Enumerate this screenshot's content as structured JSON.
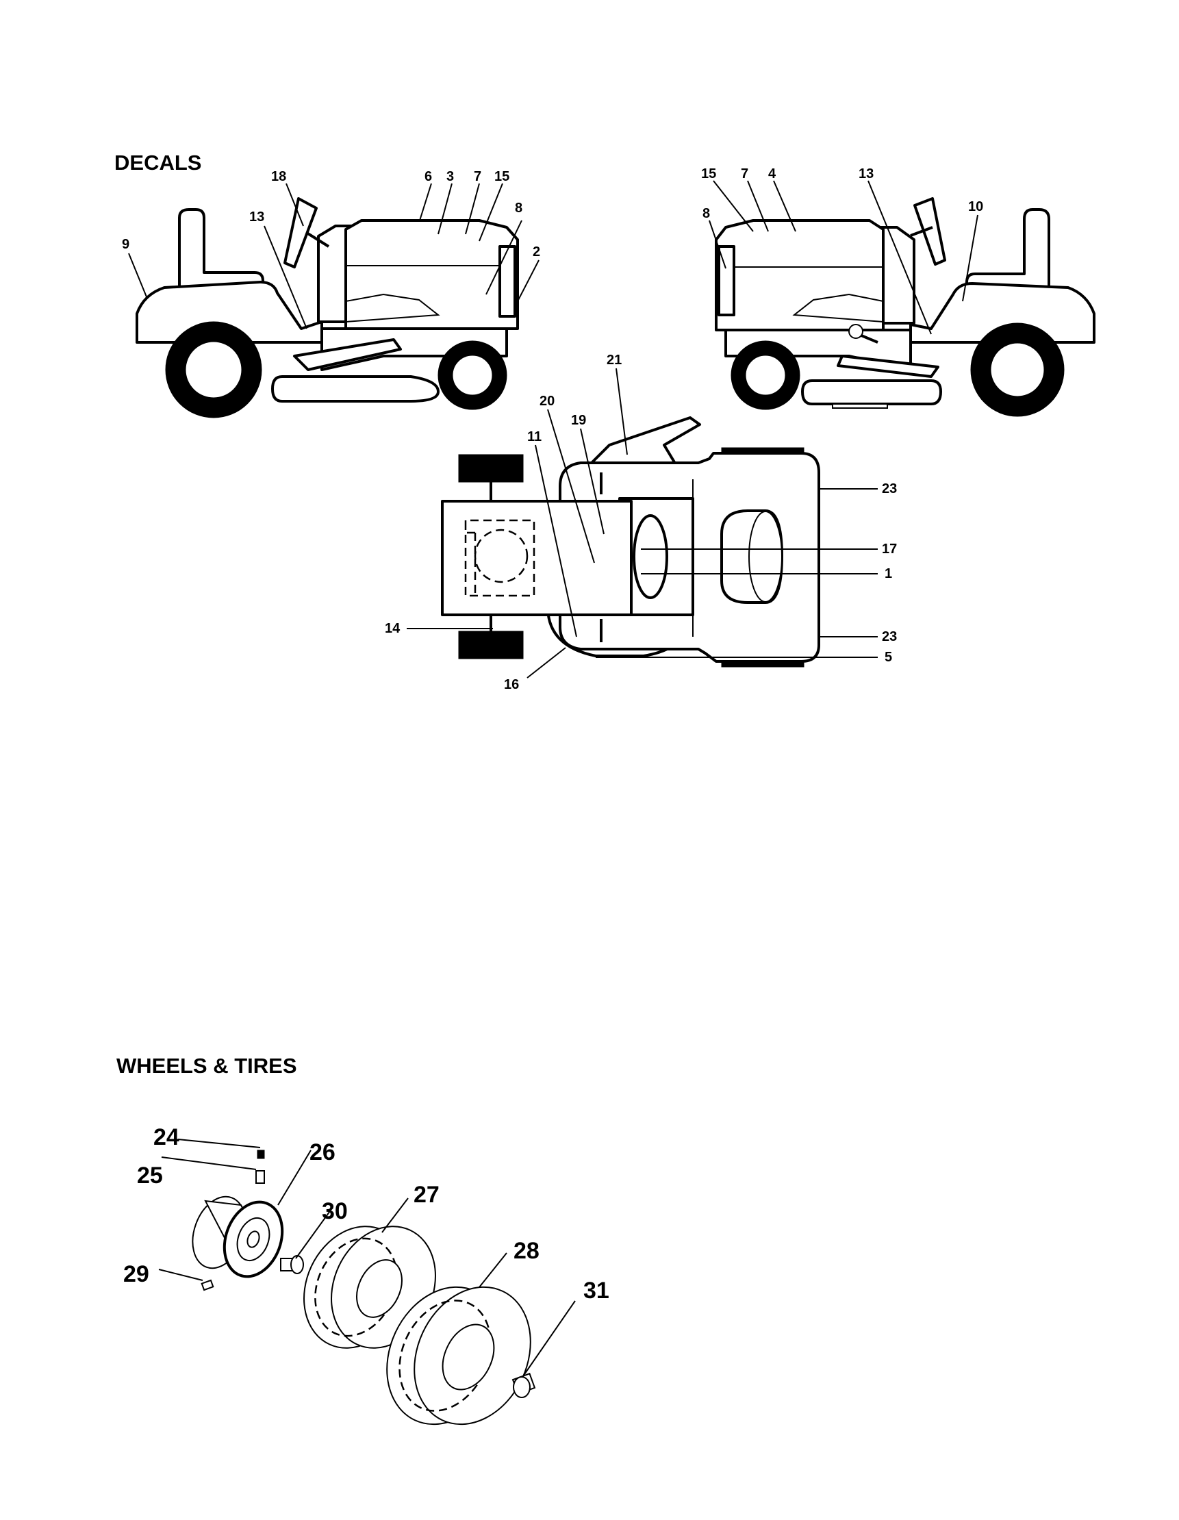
{
  "sections": {
    "decals": {
      "title": "DECALS"
    },
    "wheels": {
      "title": "WHEELS & TIRES"
    }
  },
  "decals_left": {
    "callouts": [
      "9",
      "18",
      "13",
      "6",
      "3",
      "7",
      "15",
      "8",
      "2"
    ]
  },
  "decals_right": {
    "callouts": [
      "15",
      "7",
      "4",
      "8",
      "13",
      "10"
    ]
  },
  "decals_top": {
    "callouts": [
      "21",
      "20",
      "19",
      "11",
      "23",
      "17",
      "1",
      "14",
      "23",
      "5",
      "16"
    ]
  },
  "wheels": {
    "callouts": [
      "24",
      "25",
      "26",
      "30",
      "27",
      "28",
      "29",
      "31"
    ]
  }
}
